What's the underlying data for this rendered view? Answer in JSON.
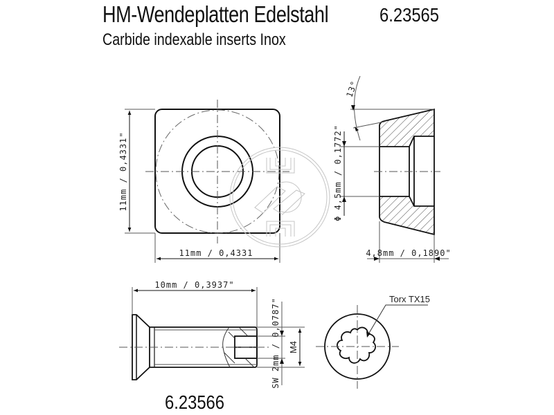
{
  "header": {
    "title": "HM-Wendeplatten Edelstahl",
    "article_number": "6.23565",
    "subtitle": "Carbide indexable inserts Inox"
  },
  "insert_top_view": {
    "height_dim": "11mm / 0,4331\"",
    "width_dim": "11mm / 0,4331"
  },
  "insert_section_view": {
    "angle": "13°",
    "bore_dim": "Φ 4,5mm / 0,1772\"",
    "thickness_dim": "4,8mm / 0,1890\""
  },
  "screw_view": {
    "length_dim": "10mm / 0,3937\"",
    "socket_dim": "SW 2mm / 0,0787\"",
    "thread": "M4",
    "drive_label": "Torx TX15"
  },
  "footer": {
    "article_number": "6.23566"
  },
  "colors": {
    "line": "#1a1a1a",
    "thin_line": "#555555",
    "watermark": "#bfbfbf",
    "background": "#ffffff"
  }
}
